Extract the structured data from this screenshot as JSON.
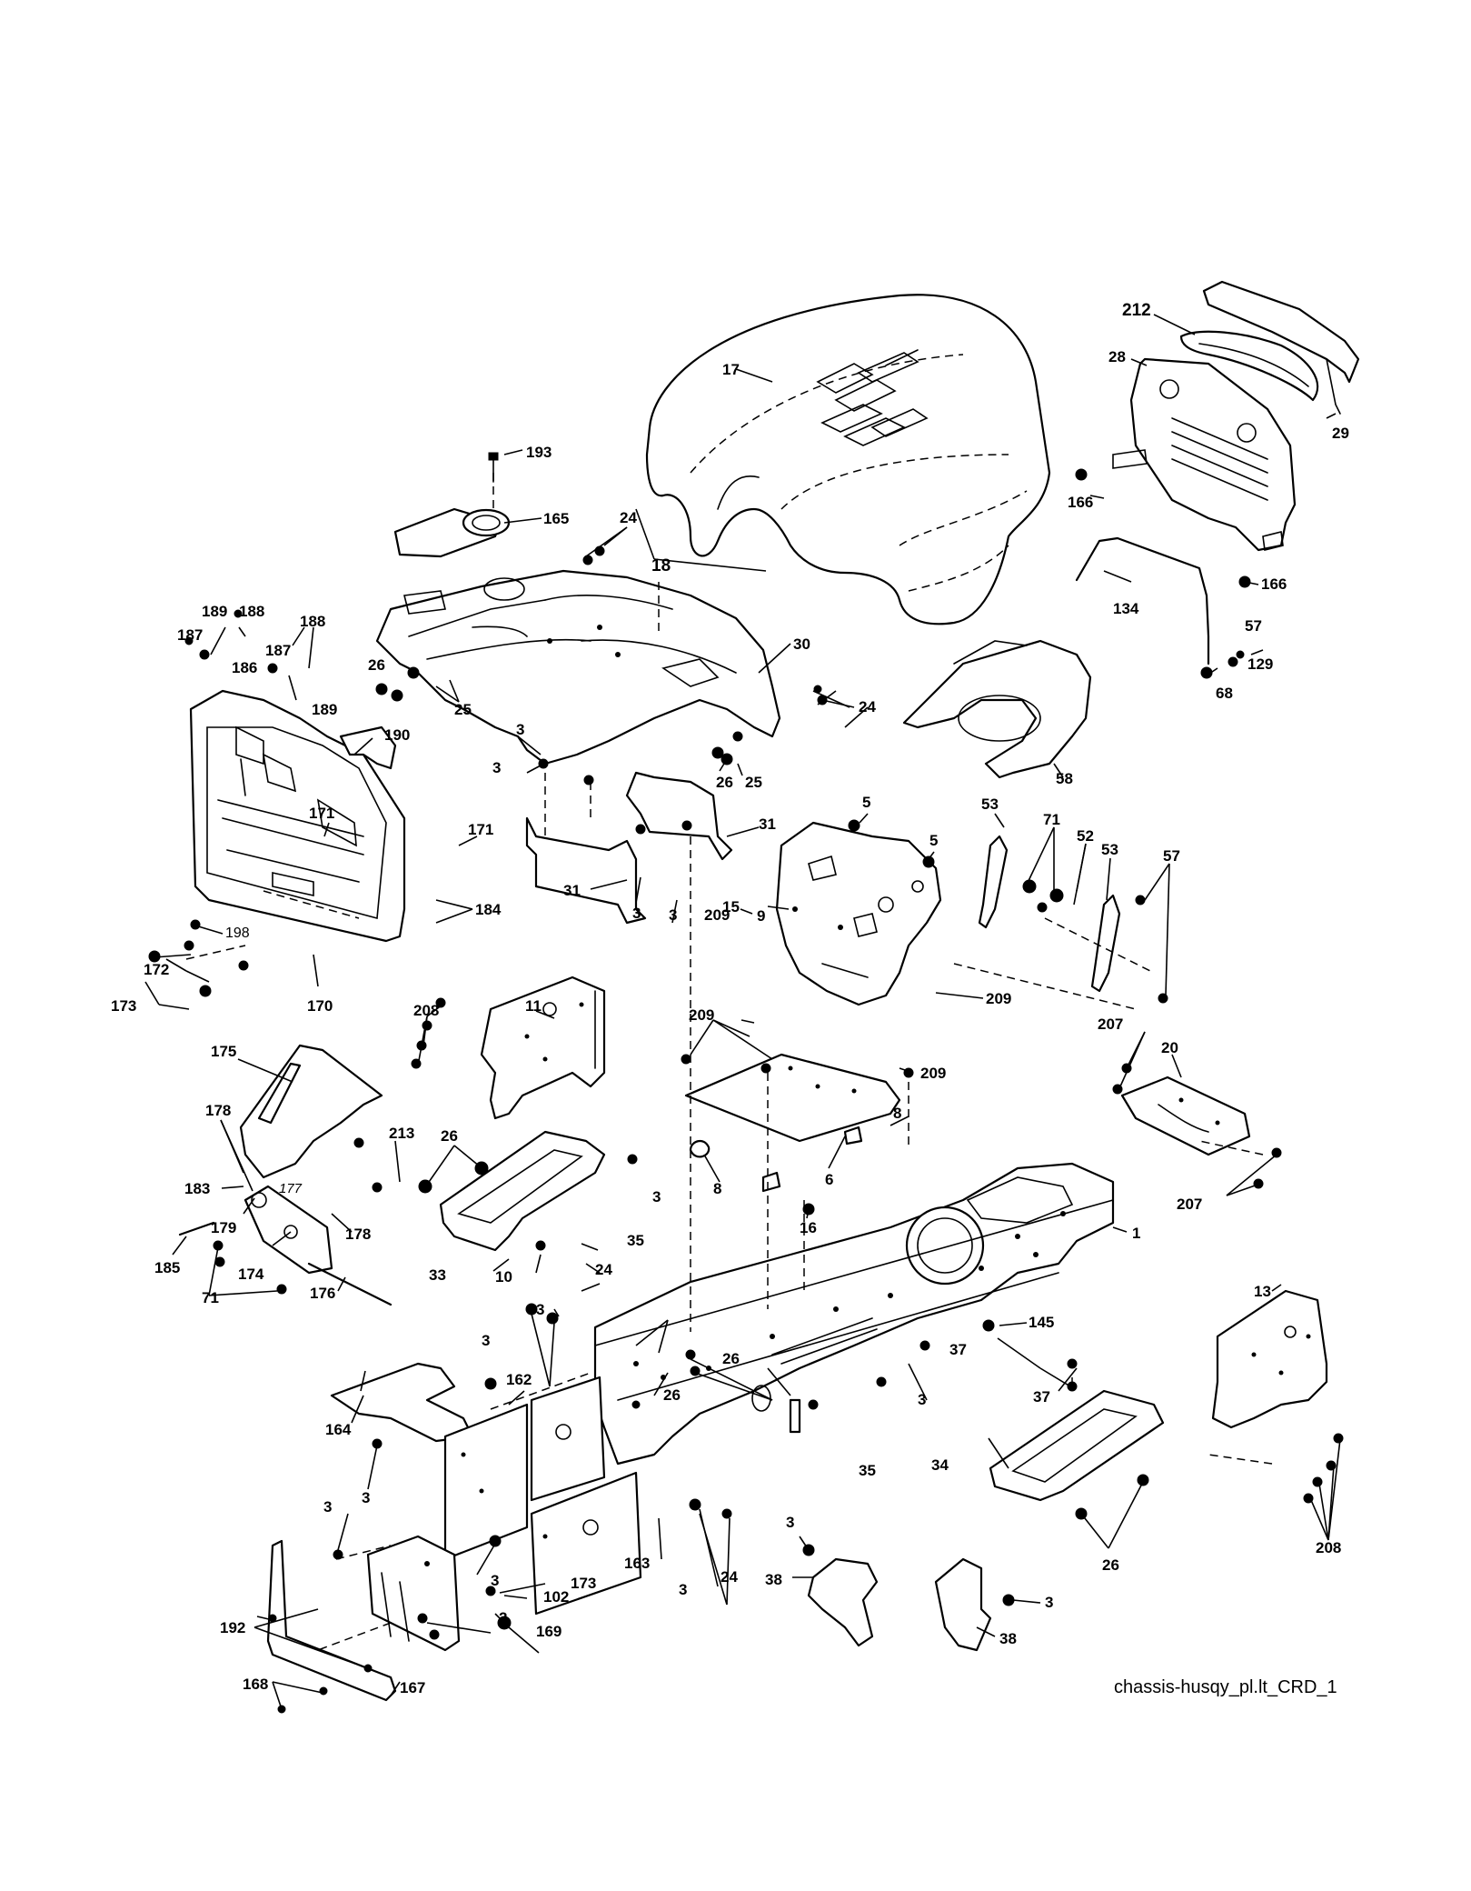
{
  "diagram": {
    "caption": "chassis-husqy_pl.lt_CRD_1",
    "colors": {
      "line": "#000000",
      "fill": "#ffffff"
    },
    "callouts": {
      "c1": "1",
      "c2": "2",
      "c3": "3",
      "c5": "5",
      "c6": "6",
      "c8": "8",
      "c9": "9",
      "c10": "10",
      "c11": "11",
      "c13": "13",
      "c15": "15",
      "c16": "16",
      "c17": "17",
      "c18": "18",
      "c20": "20",
      "c24": "24",
      "c25": "25",
      "c26": "26",
      "c28": "28",
      "c29": "29",
      "c30": "30",
      "c31": "31",
      "c33": "33",
      "c34": "34",
      "c35": "35",
      "c37": "37",
      "c38": "38",
      "c52": "52",
      "c53": "53",
      "c57": "57",
      "c58": "58",
      "c68": "68",
      "c71": "71",
      "c102": "102",
      "c129": "129",
      "c134": "134",
      "c145": "145",
      "c162": "162",
      "c163": "163",
      "c164": "164",
      "c165": "165",
      "c166": "166",
      "c167": "167",
      "c168": "168",
      "c169": "169",
      "c170": "170",
      "c171": "171",
      "c172": "172",
      "c173": "173",
      "c174": "174",
      "c175": "175",
      "c176": "176",
      "c177": "177",
      "c178": "178",
      "c179": "179",
      "c183": "183",
      "c184": "184",
      "c185": "185",
      "c186": "186",
      "c187": "187",
      "c188": "188",
      "c189": "189",
      "c190": "190",
      "c192": "192",
      "c193": "193",
      "c198": "198",
      "c207": "207",
      "c208": "208",
      "c209": "209",
      "c212": "212",
      "c213": "213"
    }
  }
}
